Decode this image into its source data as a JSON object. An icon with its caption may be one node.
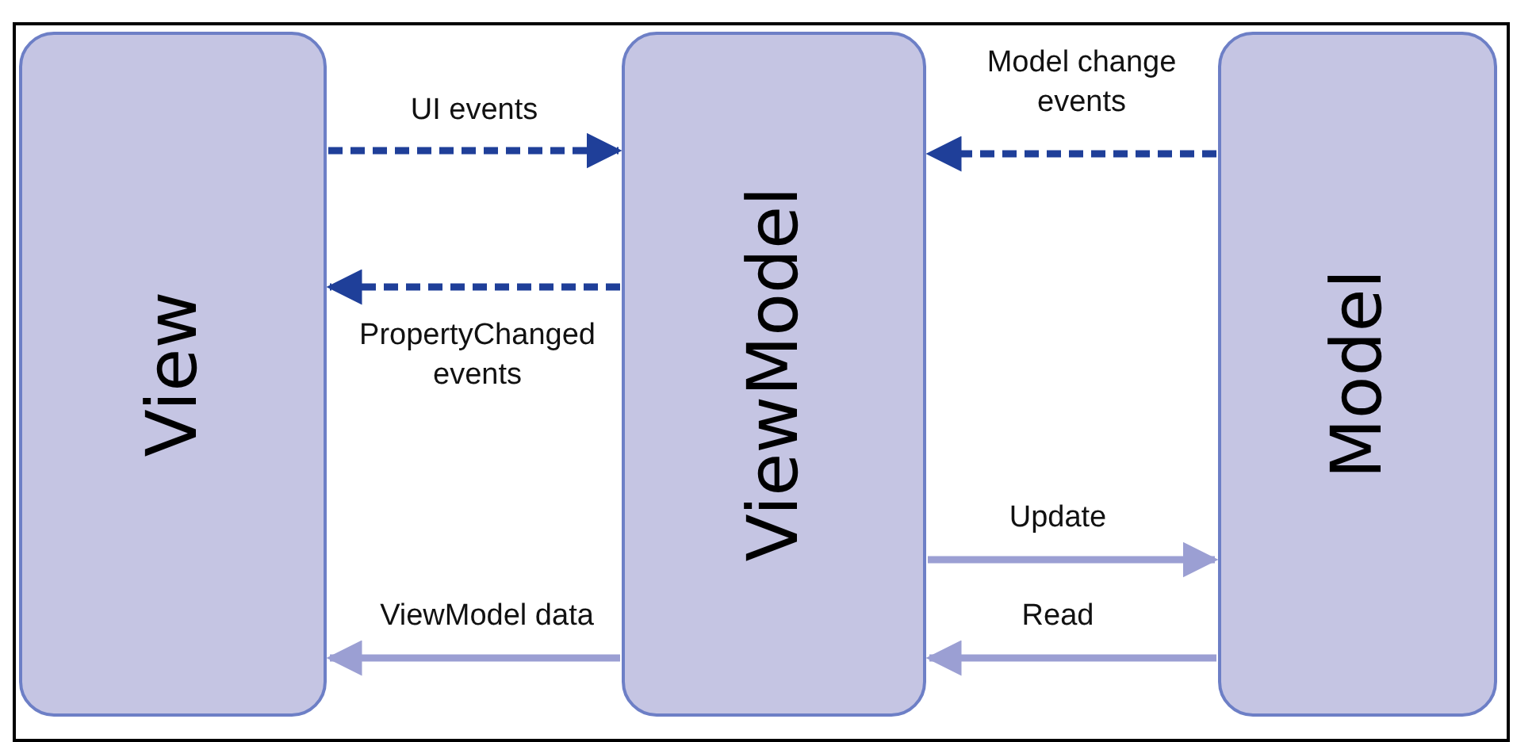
{
  "diagram": {
    "nodes": [
      {
        "text": [
          "View"
        ]
      },
      {
        "text": [
          "ViewModel"
        ]
      },
      {
        "text": [
          "Model"
        ]
      }
    ],
    "edges": [
      {
        "from": 0,
        "to": 1,
        "arrow": "to",
        "label": "UI events",
        "style": "dashed",
        "color": "#1f3f99"
      },
      {
        "from": 1,
        "to": 0,
        "arrow": "to",
        "label": "PropertyChanged events",
        "style": "dashed",
        "color": "#1f3f99"
      },
      {
        "from": 2,
        "to": 1,
        "arrow": "to",
        "label": "Model change events",
        "style": "dashed",
        "color": "#1f3f99"
      },
      {
        "from": 1,
        "to": 2,
        "arrow": "to",
        "label": "Update",
        "color": "#9b9fd3"
      },
      {
        "from": 2,
        "to": 1,
        "arrow": "to",
        "label": "Read",
        "color": "#9b9fd3"
      },
      {
        "from": 1,
        "to": 0,
        "arrow": "to",
        "label": "ViewModel data",
        "color": "#9b9fd3"
      }
    ]
  }
}
